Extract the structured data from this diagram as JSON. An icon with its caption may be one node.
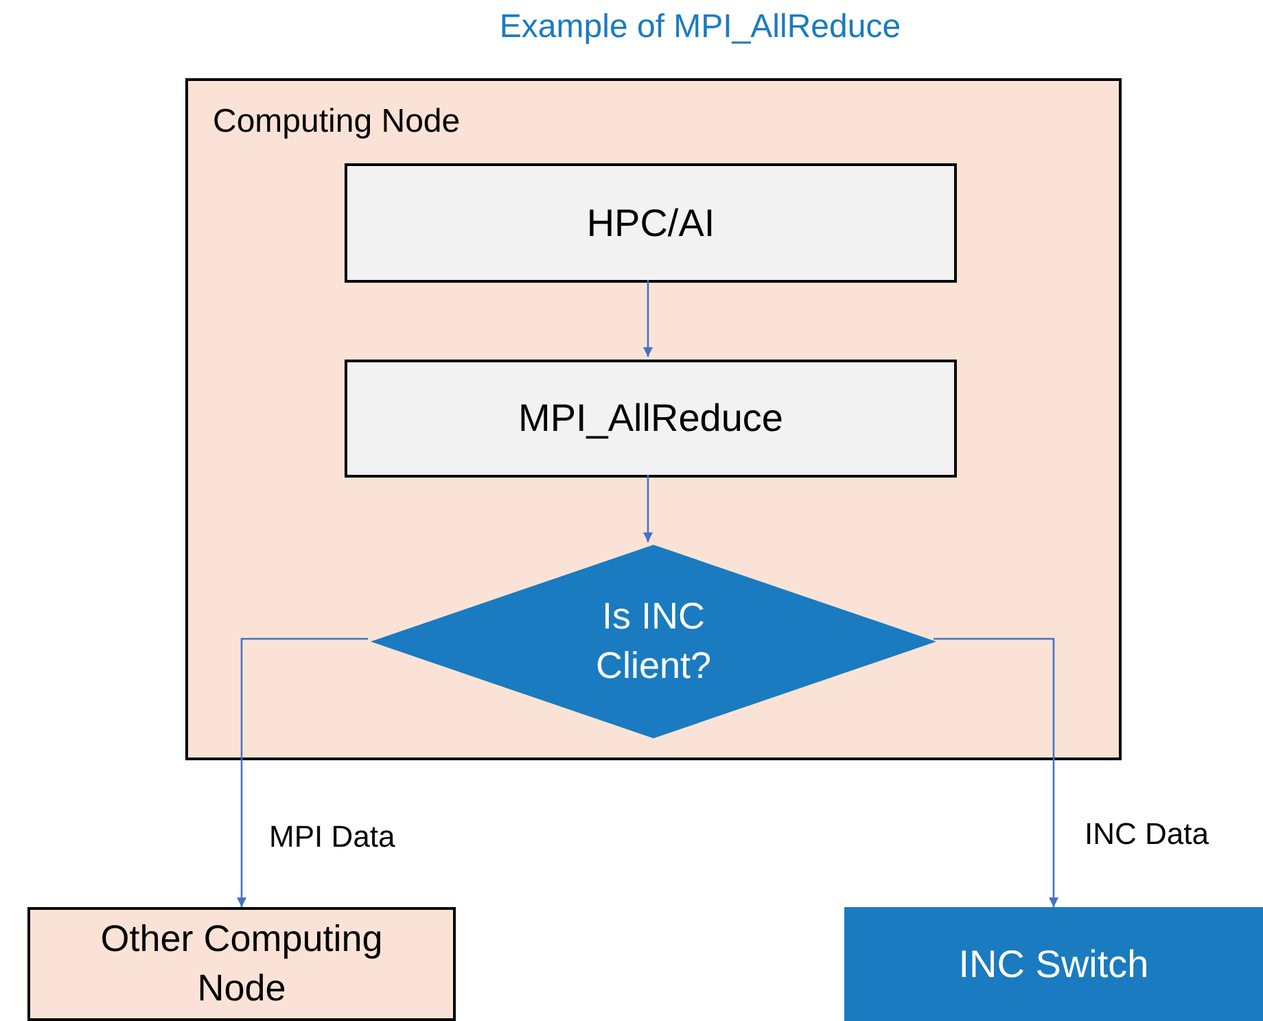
{
  "diagram": {
    "title": "Example of MPI_AllReduce",
    "nodes": [
      {
        "text": [
          "Computing Node"
        ]
      },
      {
        "text": [
          "HPC/AI"
        ],
        "in": 0
      },
      {
        "text": [
          "MPI_AllReduce"
        ],
        "in": 0
      },
      {
        "text": [
          "Is INC Client?"
        ],
        "in": 0
      },
      {
        "text": [
          "Other Computing Node"
        ]
      },
      {
        "text": [
          "INC Switch"
        ]
      }
    ],
    "edges": [
      {
        "from": 1,
        "to": 2,
        "arrow": "to"
      },
      {
        "from": 2,
        "to": 3,
        "arrow": "to"
      },
      {
        "from": 3,
        "to": 4,
        "arrow": "to",
        "label": "MPI Data"
      },
      {
        "from": 3,
        "to": 5,
        "arrow": "to",
        "label": "INC Data"
      }
    ]
  }
}
